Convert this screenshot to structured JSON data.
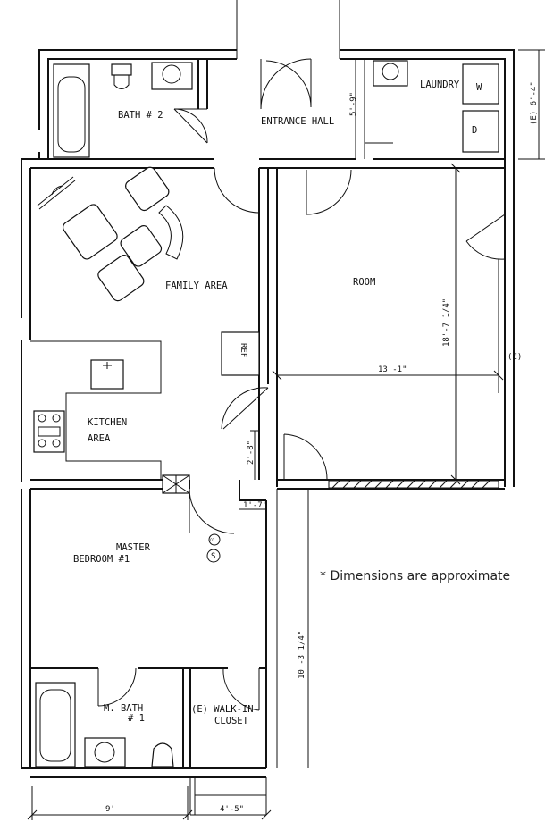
{
  "rooms": {
    "bath2": "BATH # 2",
    "entrance_hall": "ENTRANCE HALL",
    "laundry": "LAUNDRY",
    "family_area": "FAMILY AREA",
    "room": "ROOM",
    "kitchen_line1": "KITCHEN",
    "kitchen_line2": "AREA",
    "master_line1": "MASTER",
    "master_line2": "BEDROOM #1",
    "mbath_line1": "M. BATH",
    "mbath_line2": "# 1",
    "closet_line1": "(E) WALK-IN",
    "closet_line2": "CLOSET"
  },
  "fixtures": {
    "washer": "W",
    "dryer": "D",
    "refrigerator": "REF",
    "smoke_detector": "S",
    "co_detector": "CO"
  },
  "dimensions": {
    "laundry_depth": "5'-9\"",
    "laundry_right": "(E) 6'-4\"",
    "room_width": "13'-1\"",
    "room_depth": "18'-7 1/4\"",
    "existing_mark": "(E)",
    "hall_opening": "2'-8\"",
    "door_offset": "1'-7\"",
    "side_run": "10'-3 1/4\"",
    "bottom_left": "9'",
    "bottom_right": "4'-5\""
  },
  "note": "* Dimensions are approximate"
}
